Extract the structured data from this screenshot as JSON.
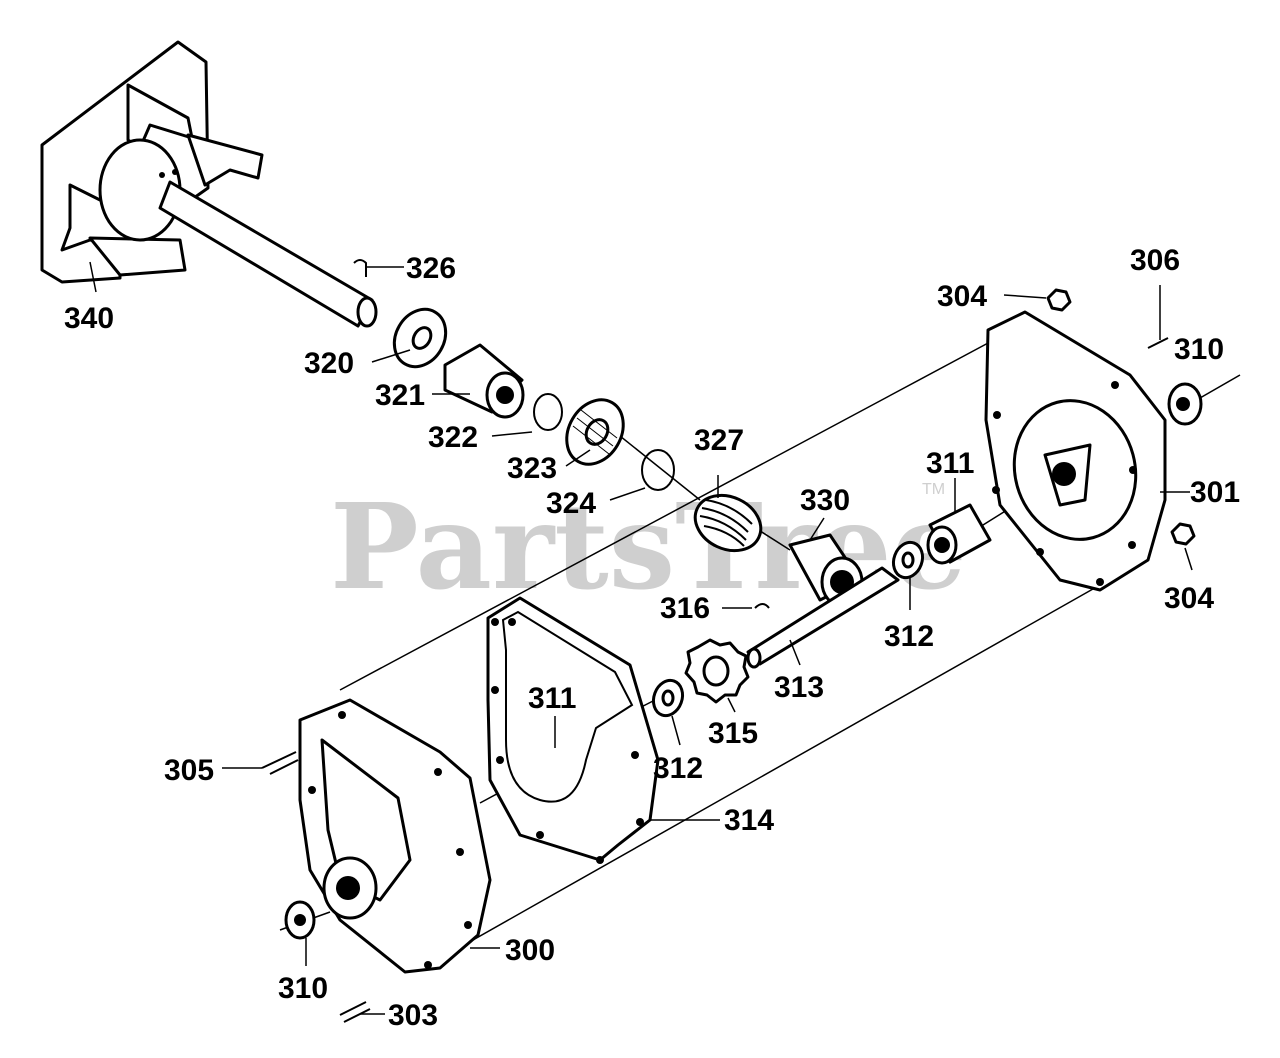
{
  "watermark": {
    "text": "PartsTree",
    "trademark": "TM"
  },
  "labels": {
    "p300": "300",
    "p301": "301",
    "p303": "303",
    "p304a": "304",
    "p304b": "304",
    "p305": "305",
    "p306": "306",
    "p310a": "310",
    "p310b": "310",
    "p311a": "311",
    "p311b": "311",
    "p312a": "312",
    "p312b": "312",
    "p313": "313",
    "p314": "314",
    "p315": "315",
    "p316": "316",
    "p320": "320",
    "p321": "321",
    "p322": "322",
    "p323": "323",
    "p324": "324",
    "p326": "326",
    "p327": "327",
    "p330": "330",
    "p340": "340"
  }
}
